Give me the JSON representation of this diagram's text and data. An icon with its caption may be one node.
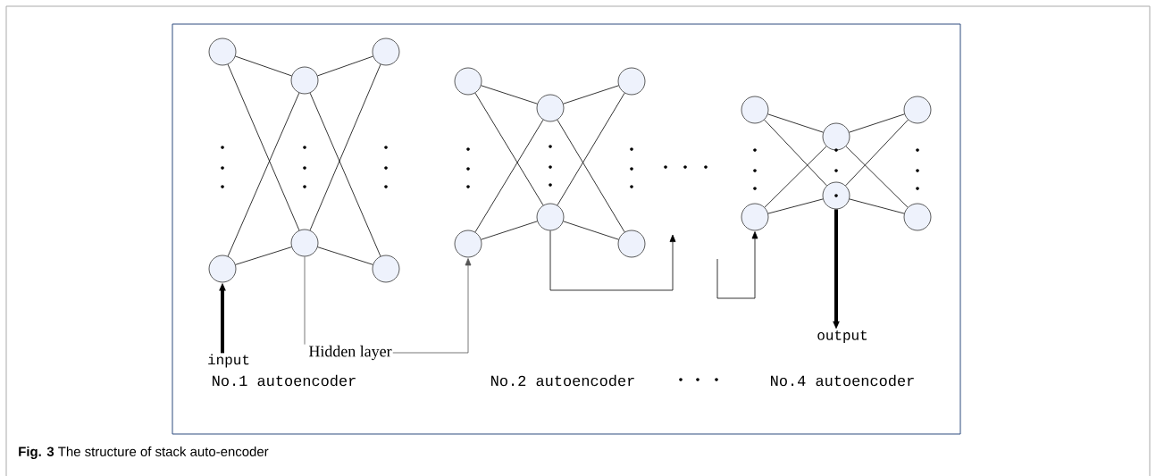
{
  "diagram": {
    "caption": "**Fig. 3** The structure of stack auto-encoder",
    "nodes": [
      {
        "text": [],
        "shape": "circle"
      },
      {
        "text": [],
        "shape": "circle"
      },
      {
        "text": [],
        "shape": "circle"
      },
      {
        "text": [],
        "shape": "circle"
      },
      {
        "text": [],
        "shape": "circle"
      },
      {
        "text": [],
        "shape": "circle"
      },
      {
        "text": [],
        "shape": "circle"
      },
      {
        "text": [],
        "shape": "circle"
      },
      {
        "text": [],
        "shape": "circle"
      },
      {
        "text": [],
        "shape": "circle"
      },
      {
        "text": [],
        "shape": "circle"
      },
      {
        "text": [],
        "shape": "circle"
      },
      {
        "text": [],
        "shape": "circle"
      },
      {
        "text": [],
        "shape": "circle"
      },
      {
        "text": [],
        "shape": "circle"
      },
      {
        "text": [],
        "shape": "circle"
      },
      {
        "text": [],
        "shape": "circle"
      },
      {
        "text": [],
        "shape": "circle"
      },
      {
        "text": [
          "input"
        ]
      },
      {
        "text": [
          "Hidden layer"
        ]
      },
      {
        "text": [
          "output"
        ]
      }
    ],
    "edges": [
      {
        "from": 0,
        "to": 2,
        "arrow": "none"
      },
      {
        "from": 0,
        "to": 3,
        "arrow": "none"
      },
      {
        "from": 1,
        "to": 2,
        "arrow": "none"
      },
      {
        "from": 1,
        "to": 3,
        "arrow": "none"
      },
      {
        "from": 2,
        "to": 4,
        "arrow": "none"
      },
      {
        "from": 2,
        "to": 5,
        "arrow": "none"
      },
      {
        "from": 3,
        "to": 4,
        "arrow": "none"
      },
      {
        "from": 3,
        "to": 5,
        "arrow": "none"
      },
      {
        "from": 6,
        "to": 8,
        "arrow": "none"
      },
      {
        "from": 6,
        "to": 9,
        "arrow": "none"
      },
      {
        "from": 7,
        "to": 8,
        "arrow": "none"
      },
      {
        "from": 7,
        "to": 9,
        "arrow": "none"
      },
      {
        "from": 8,
        "to": 10,
        "arrow": "none"
      },
      {
        "from": 8,
        "to": 11,
        "arrow": "none"
      },
      {
        "from": 9,
        "to": 10,
        "arrow": "none"
      },
      {
        "from": 9,
        "to": 11,
        "arrow": "none"
      },
      {
        "from": 12,
        "to": 14,
        "arrow": "none"
      },
      {
        "from": 12,
        "to": 15,
        "arrow": "none"
      },
      {
        "from": 13,
        "to": 14,
        "arrow": "none"
      },
      {
        "from": 13,
        "to": 15,
        "arrow": "none"
      },
      {
        "from": 14,
        "to": 16,
        "arrow": "none"
      },
      {
        "from": 14,
        "to": 17,
        "arrow": "none"
      },
      {
        "from": 15,
        "to": 16,
        "arrow": "none"
      },
      {
        "from": 15,
        "to": 17,
        "arrow": "none"
      },
      {
        "from": 18,
        "to": 1,
        "arrow": "to",
        "style": "thick"
      },
      {
        "from": 3,
        "to": 19,
        "arrow": "none",
        "color": "#555555"
      },
      {
        "from": 19,
        "to": 7,
        "arrow": "to",
        "color": "#555555"
      },
      {
        "from": 9,
        "to": null,
        "arrow": "to"
      },
      {
        "from": null,
        "to": 13,
        "arrow": "to"
      },
      {
        "from": 15,
        "to": 20,
        "arrow": "to",
        "style": "thick"
      }
    ],
    "labels": [
      "No.1 autoencoder",
      "No.2 autoencoder",
      "No.4 autoencoder"
    ]
  }
}
